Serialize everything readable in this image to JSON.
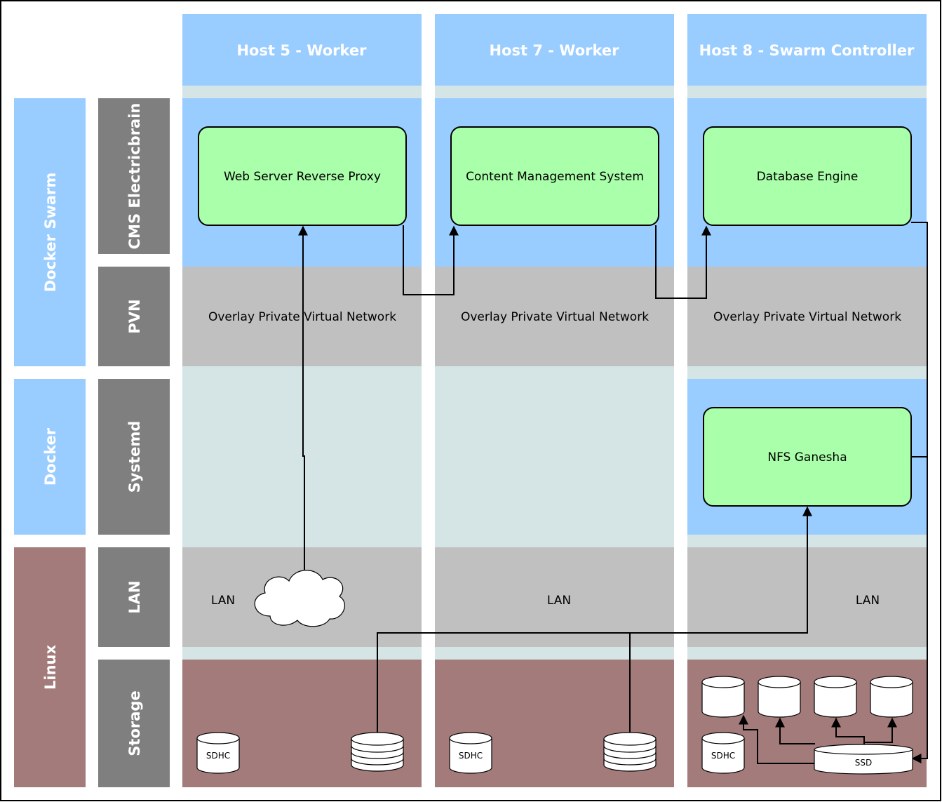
{
  "hosts": [
    {
      "title": "Host 5 - Worker"
    },
    {
      "title": "Host 7 - Worker"
    },
    {
      "title": "Host 8 - Swarm Controller"
    }
  ],
  "groups": {
    "docker_swarm": "Docker Swarm",
    "docker": "Docker",
    "linux": "Linux"
  },
  "layers": {
    "cms": "CMS Electricbrain",
    "pvn": "PVN",
    "systemd": "Systemd",
    "lan": "LAN",
    "storage": "Storage"
  },
  "services": {
    "proxy": "Web Server Reverse Proxy",
    "cms": "Content Management System",
    "db": "Database Engine",
    "nfs": "NFS Ganesha"
  },
  "network": {
    "overlay": "Overlay Private Virtual Network",
    "lan": "LAN"
  },
  "storage": {
    "sdhc": "SDHC",
    "ssd": "SSD"
  },
  "colors": {
    "header_blue": "#99ccff",
    "light_teal": "#d5e5e5",
    "grey_band": "#c0c0c0",
    "dark_grey": "#7f7f7f",
    "storage_brown": "#a37b7b",
    "service_green": "#aaffaa"
  }
}
